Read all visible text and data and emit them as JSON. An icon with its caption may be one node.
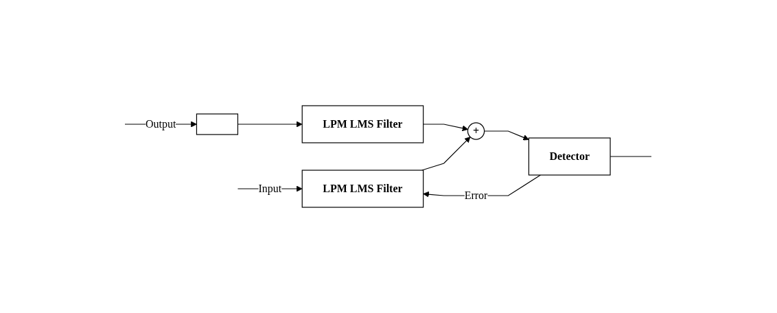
{
  "diagram": {
    "nodes": [
      {
        "text": [
          "LPM LMS Filter"
        ]
      },
      {
        "text": [],
        "shape": "box"
      },
      {
        "text": [
          "LPM LMS Filter"
        ]
      },
      {
        "text": [
          "+"
        ]
      },
      {
        "text": [
          "Detector"
        ]
      }
    ],
    "edges": [
      {
        "from": null,
        "to": 0,
        "arrow": "to",
        "label": "Input"
      },
      {
        "from": 4,
        "to": 0,
        "arrow": "to",
        "label": "Error"
      },
      {
        "from": 0,
        "to": 3,
        "arrow": "to"
      },
      {
        "from": 2,
        "to": 3,
        "arrow": "to"
      },
      {
        "from": 3,
        "to": 4,
        "arrow": "to"
      },
      {
        "from": 4,
        "to": null,
        "arrow": "none"
      },
      {
        "from": null,
        "to": 1,
        "arrow": "to",
        "label": "Output"
      },
      {
        "from": 1,
        "to": 2,
        "arrow": "to"
      }
    ]
  }
}
